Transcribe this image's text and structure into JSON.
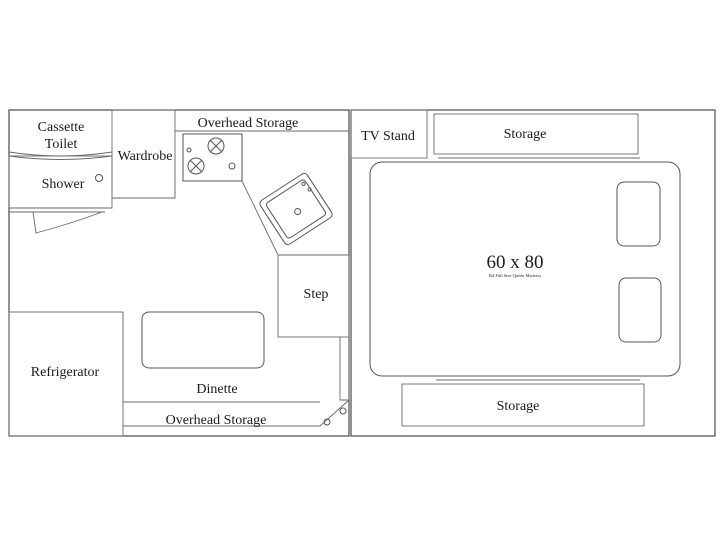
{
  "floorplan": {
    "left_panel": {
      "cassette_toilet": [
        "Cassette",
        "Toilet"
      ],
      "shower": "Shower",
      "wardrobe": "Wardrobe",
      "overhead_storage_top": "Overhead Storage",
      "step": "Step",
      "refrigerator": "Refrigerator",
      "dinette": "Dinette",
      "overhead_storage_bottom": "Overhead Storage"
    },
    "right_panel": {
      "tv_stand": "TV Stand",
      "storage_top": "Storage",
      "mattress_size": "60 x 80",
      "mattress_note": "Rd Full Size Queen Mattress",
      "storage_bottom": "Storage"
    }
  }
}
